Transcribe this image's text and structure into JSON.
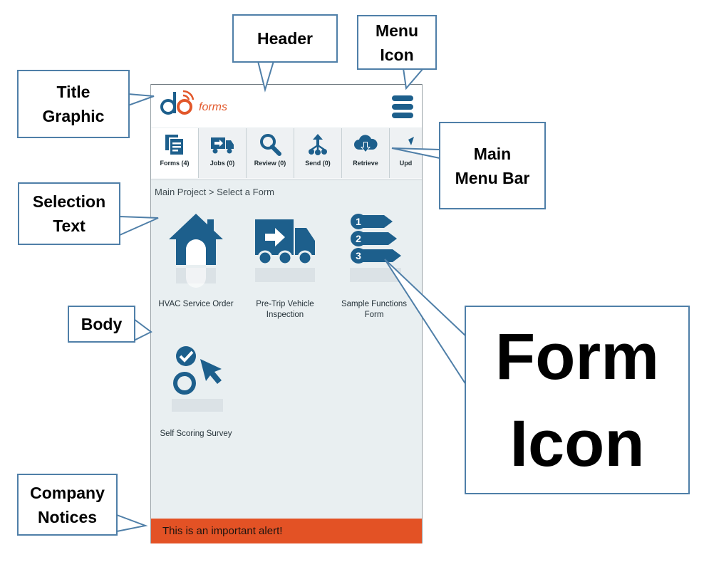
{
  "callouts": {
    "header": "Header",
    "menu_icon": "Menu\nIcon",
    "title_graphic": "Title\nGraphic",
    "main_menu_bar": "Main\nMenu Bar",
    "selection_text": "Selection\nText",
    "body": "Body",
    "company_notices": "Company\nNotices",
    "form_icon": "Form\nIcon"
  },
  "app": {
    "logo_text": "forms",
    "tabs": [
      {
        "label": "Forms (4)",
        "icon": "forms-icon"
      },
      {
        "label": "Jobs (0)",
        "icon": "truck-icon"
      },
      {
        "label": "Review (0)",
        "icon": "magnifier-icon"
      },
      {
        "label": "Send (0)",
        "icon": "send-icon"
      },
      {
        "label": "Retrieve",
        "icon": "cloud-download-icon"
      },
      {
        "label": "Upd",
        "icon": "update-icon"
      }
    ],
    "breadcrumb": "Main Project > Select a Form",
    "forms": [
      {
        "label": "HVAC Service Order",
        "icon": "house-icon"
      },
      {
        "label": "Pre-Trip Vehicle Inspection",
        "icon": "truck-icon"
      },
      {
        "label": "Sample Functions Form",
        "icon": "numbered-list-icon"
      },
      {
        "label": "Self Scoring Survey",
        "icon": "survey-icon"
      }
    ],
    "alert": "This is an important alert!"
  },
  "colors": {
    "brand_blue": "#1d5f8c",
    "brand_orange": "#e2572a",
    "alert_bg": "#e35225",
    "screen_bg": "#e9eff1",
    "callout_border": "#4f7fa8"
  }
}
